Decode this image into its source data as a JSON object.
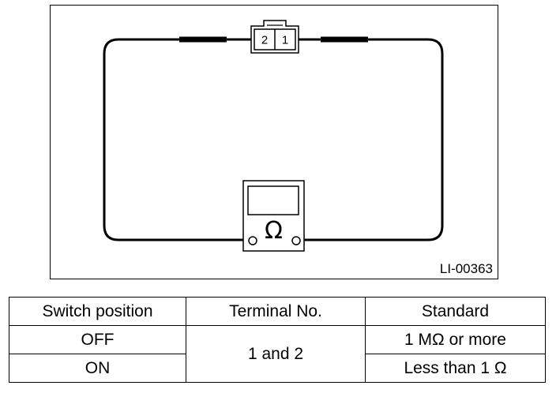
{
  "diagram": {
    "figure_code": "LI-00363",
    "connector_terminals": [
      "2",
      "1"
    ],
    "meter_symbol": "Ω"
  },
  "table": {
    "headers": [
      "Switch position",
      "Terminal No.",
      "Standard"
    ],
    "rows": [
      {
        "switch_position": "OFF",
        "standard": "1 MΩ or more"
      },
      {
        "switch_position": "ON",
        "standard": "Less than 1 Ω"
      }
    ],
    "terminal_no": "1 and 2"
  }
}
